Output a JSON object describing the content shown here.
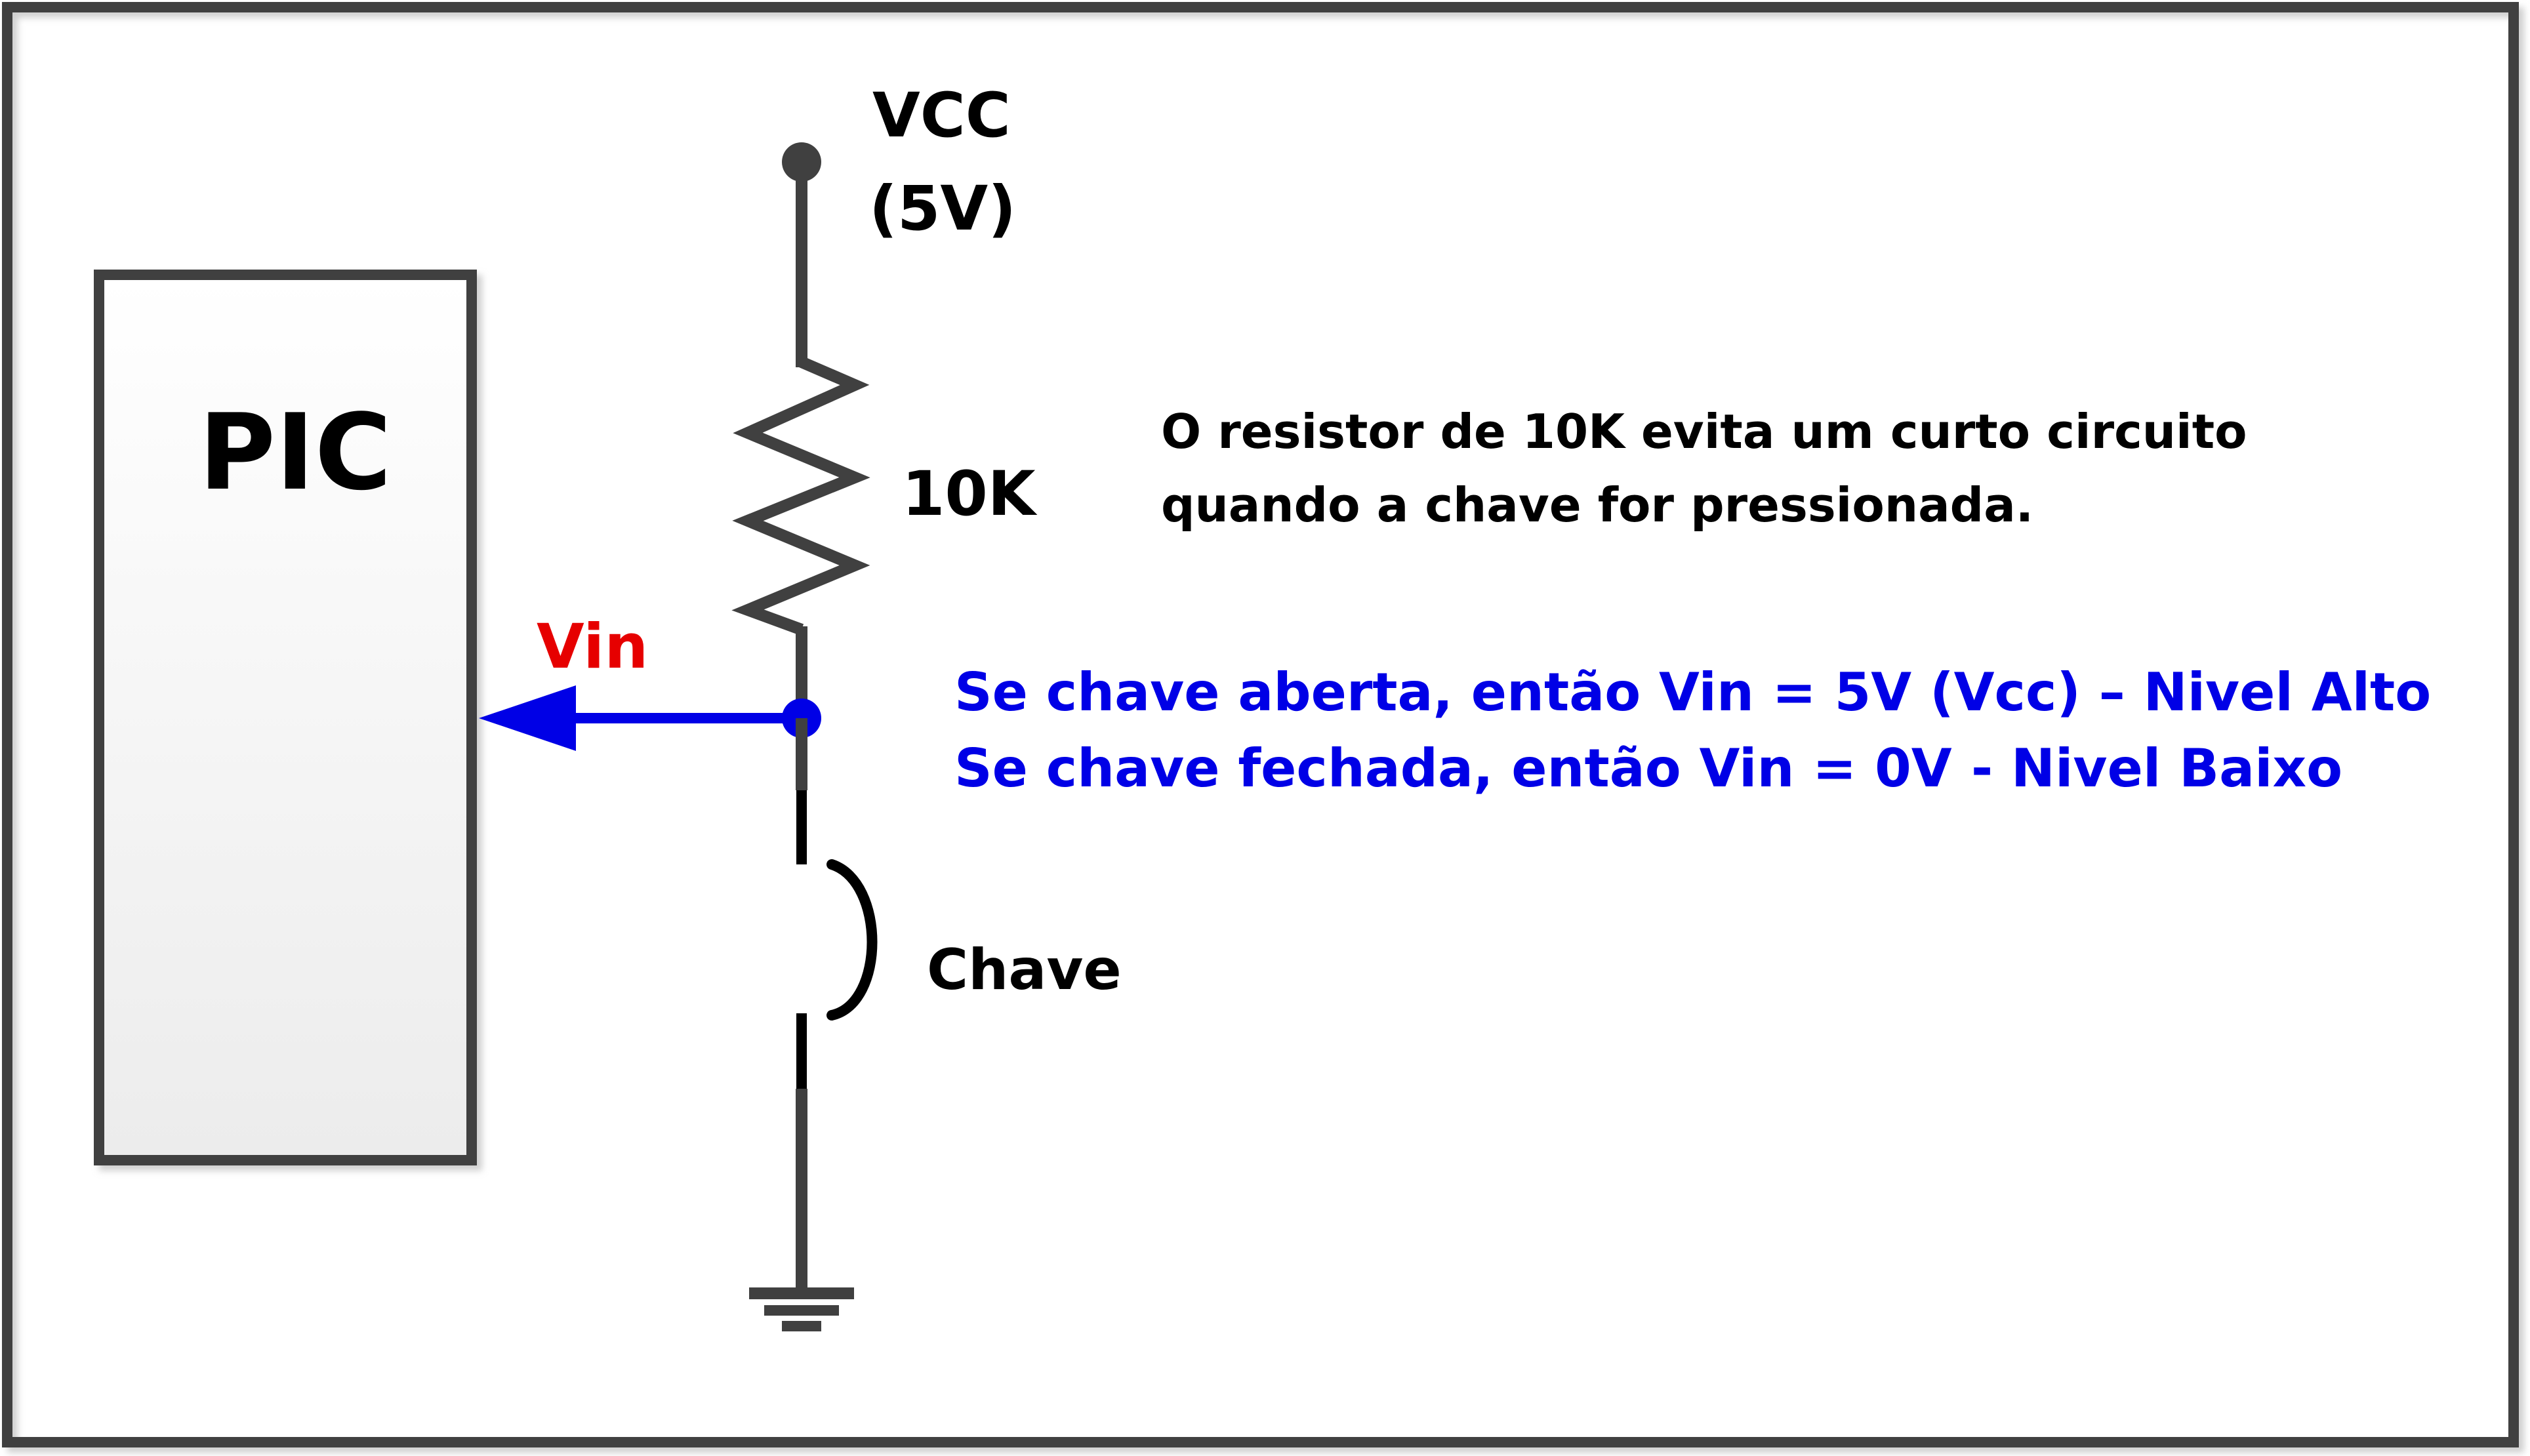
{
  "labels": {
    "vcc": "VCC",
    "vcc_value": "(5V)",
    "resistor": "10K",
    "mcu": "PIC",
    "vin": "Vin",
    "switch": "Chave",
    "note_line1": "O resistor de 10K evita um curto circuito",
    "note_line2": "quando a chave for pressionada.",
    "state_open": "Se chave aberta, então Vin = 5V (Vcc) – Nivel Alto",
    "state_closed_left": "Se chave fechada, então Vin = 0V",
    "state_closed_right": "-  Nivel Baixo"
  },
  "colors": {
    "wire": "#404040",
    "signal": "#0000e6",
    "vin_label": "#e60000",
    "text": "#000000",
    "blue_text": "#0000e6"
  }
}
